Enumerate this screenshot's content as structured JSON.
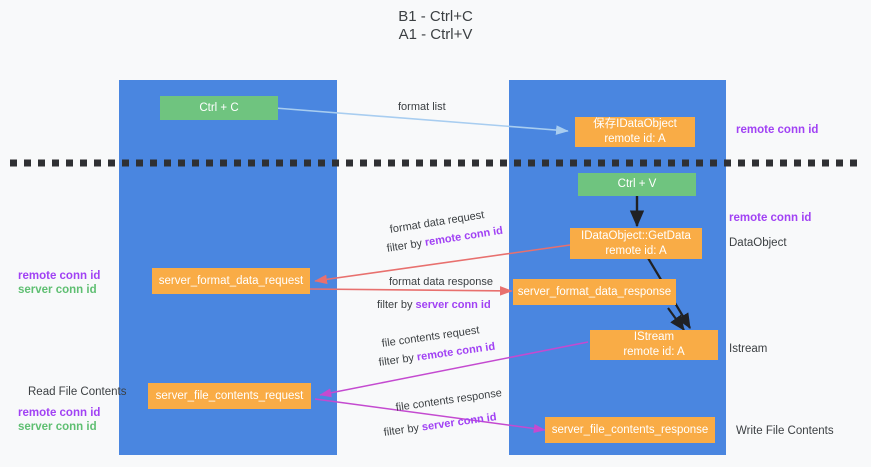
{
  "title": {
    "line1": "B1 - Ctrl+C",
    "line2": "A1 - Ctrl+V"
  },
  "columns": [
    {
      "name": "B1",
      "role": "connection"
    },
    {
      "name": "A1",
      "role": "remote"
    }
  ],
  "nodes": {
    "ctrl_c": "Ctrl + C",
    "ctrl_v": "Ctrl + V",
    "idataobject_l1": "保存IDataObject",
    "idataobject_l2": "remote id: A",
    "getdata_l1": "IDataObject::GetData",
    "getdata_l2": "remote id: A",
    "istream_l1": "IStream",
    "istream_l2": "remote id: A",
    "server_format_data_request": "server_format_data_request",
    "server_format_data_response": "server_format_data_response",
    "server_file_contents_request": "server_file_contents_request",
    "server_file_contents_response": "server_file_contents_response"
  },
  "edge_labels": {
    "format_list": "format list",
    "format_data_request": "format data request",
    "format_data_request_filter_pre": "filter by ",
    "format_data_request_filter_key": "remote conn id",
    "format_data_response": "format data response",
    "format_data_response_filter_pre": "filter by ",
    "format_data_response_filter_key": "server conn id",
    "file_contents_request": "file contents request",
    "file_contents_request_filter_pre": "filter by ",
    "file_contents_request_filter_key": "remote conn id",
    "file_contents_response": "file contents response",
    "file_contents_response_filter_pre": "filter by ",
    "file_contents_response_filter_key": "server conn id"
  },
  "left_labels": {
    "conn_top_remote": "remote conn id",
    "conn_top_server": "server conn id",
    "read_file_contents": "Read File Contents",
    "conn_bottom_remote": "remote conn id",
    "conn_bottom_server": "server conn id"
  },
  "right_labels": {
    "remote_conn_id_top": "remote conn id",
    "remote_conn_id_mid": "remote conn id",
    "dataobject": "DataObject",
    "istream": "Istream",
    "write_file_contents": "Write File Contents"
  },
  "colors": {
    "panel_blue": "#4a86e0",
    "node_green": "#6fc47f",
    "node_orange": "#f9ac46",
    "magenta": "#a142f4",
    "green_text": "#5fbf72",
    "arrow_lightblue": "#a8cdf0",
    "arrow_red": "#e8706e",
    "arrow_magenta": "#c44ad0",
    "arrow_black": "#202124",
    "background": "#f8f9fa"
  }
}
